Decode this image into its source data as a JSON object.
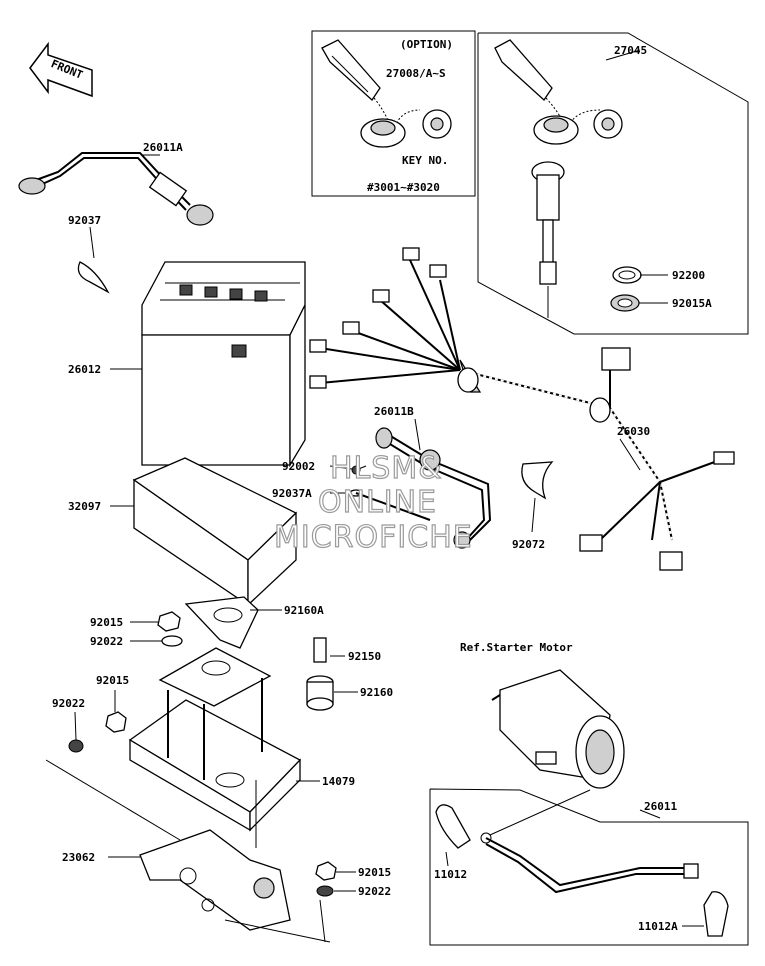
{
  "front_label": "FRONT",
  "option": {
    "title": "(OPTION)",
    "part": "27008/A~S",
    "key_label": "KEY NO.",
    "key_range": "#3001~#3020"
  },
  "reference": "Ref.Starter Motor",
  "watermark": [
    "HLSM&",
    "ONLINE",
    "MICROFICHE"
  ],
  "parts": {
    "p27045": "27045",
    "p26011A": "26011A",
    "p92037": "92037",
    "p26012": "26012",
    "p32097": "32097",
    "p92200": "92200",
    "p92015A": "92015A",
    "p26011B": "26011B",
    "p92002": "92002",
    "p92037A": "92037A",
    "p26030": "26030",
    "p92072": "92072",
    "p92015_a": "92015",
    "p92160A": "92160A",
    "p92022_a": "92022",
    "p92150": "92150",
    "p92015_b": "92015",
    "p92160": "92160",
    "p92022_b": "92022",
    "p14079": "14079",
    "p23062": "23062",
    "p92015_c": "92015",
    "p92022_c": "92022",
    "p26011": "26011",
    "p11012": "11012",
    "p11012A": "11012A"
  }
}
